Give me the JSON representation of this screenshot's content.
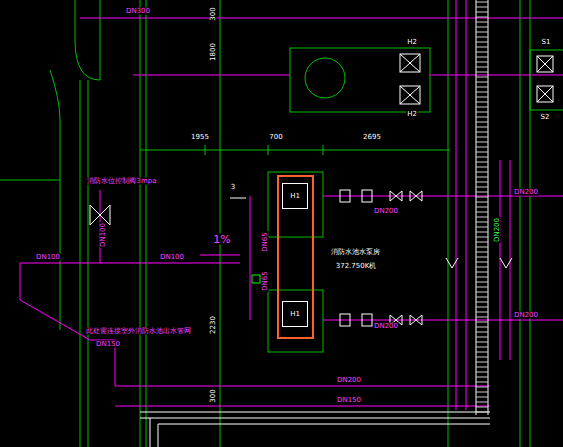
{
  "diagram": {
    "nodes": [
      {
        "text": [
          "H1"
        ]
      },
      {
        "text": [
          "H1"
        ]
      }
    ],
    "labels": [
      "DN300",
      "300",
      "1800",
      "H2",
      "H2",
      "S1",
      "S2",
      "1955",
      "700",
      "2695",
      "3",
      "消防水位控制阀3mpa",
      "DN100",
      "DN100",
      "DN100",
      "1%",
      "DN65",
      "DN65",
      "DN200",
      "DN200",
      "消防水池水泵房",
      "372.750K机",
      "DN200",
      "DN200",
      "DN150",
      "此处需连接室外消防水池出水管网",
      "2230",
      "300",
      "DN200",
      "DN150",
      "DN200"
    ]
  }
}
